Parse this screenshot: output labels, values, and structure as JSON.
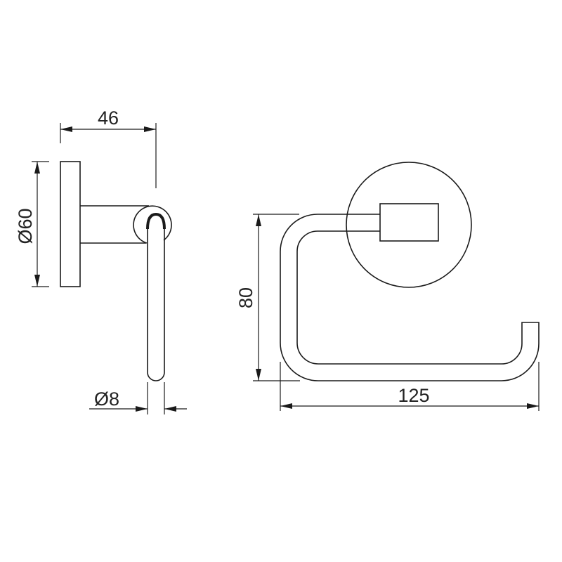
{
  "drawing": {
    "type": "technical-drawing",
    "subject": "toilet paper holder",
    "line_color": "#1a1a1a",
    "background": "#ffffff"
  },
  "side_view": {
    "dimensions": {
      "depth": "46",
      "base_diameter": "Ø60",
      "rod_diameter": "Ø8"
    }
  },
  "front_view": {
    "dimensions": {
      "height": "80",
      "width": "125"
    }
  }
}
